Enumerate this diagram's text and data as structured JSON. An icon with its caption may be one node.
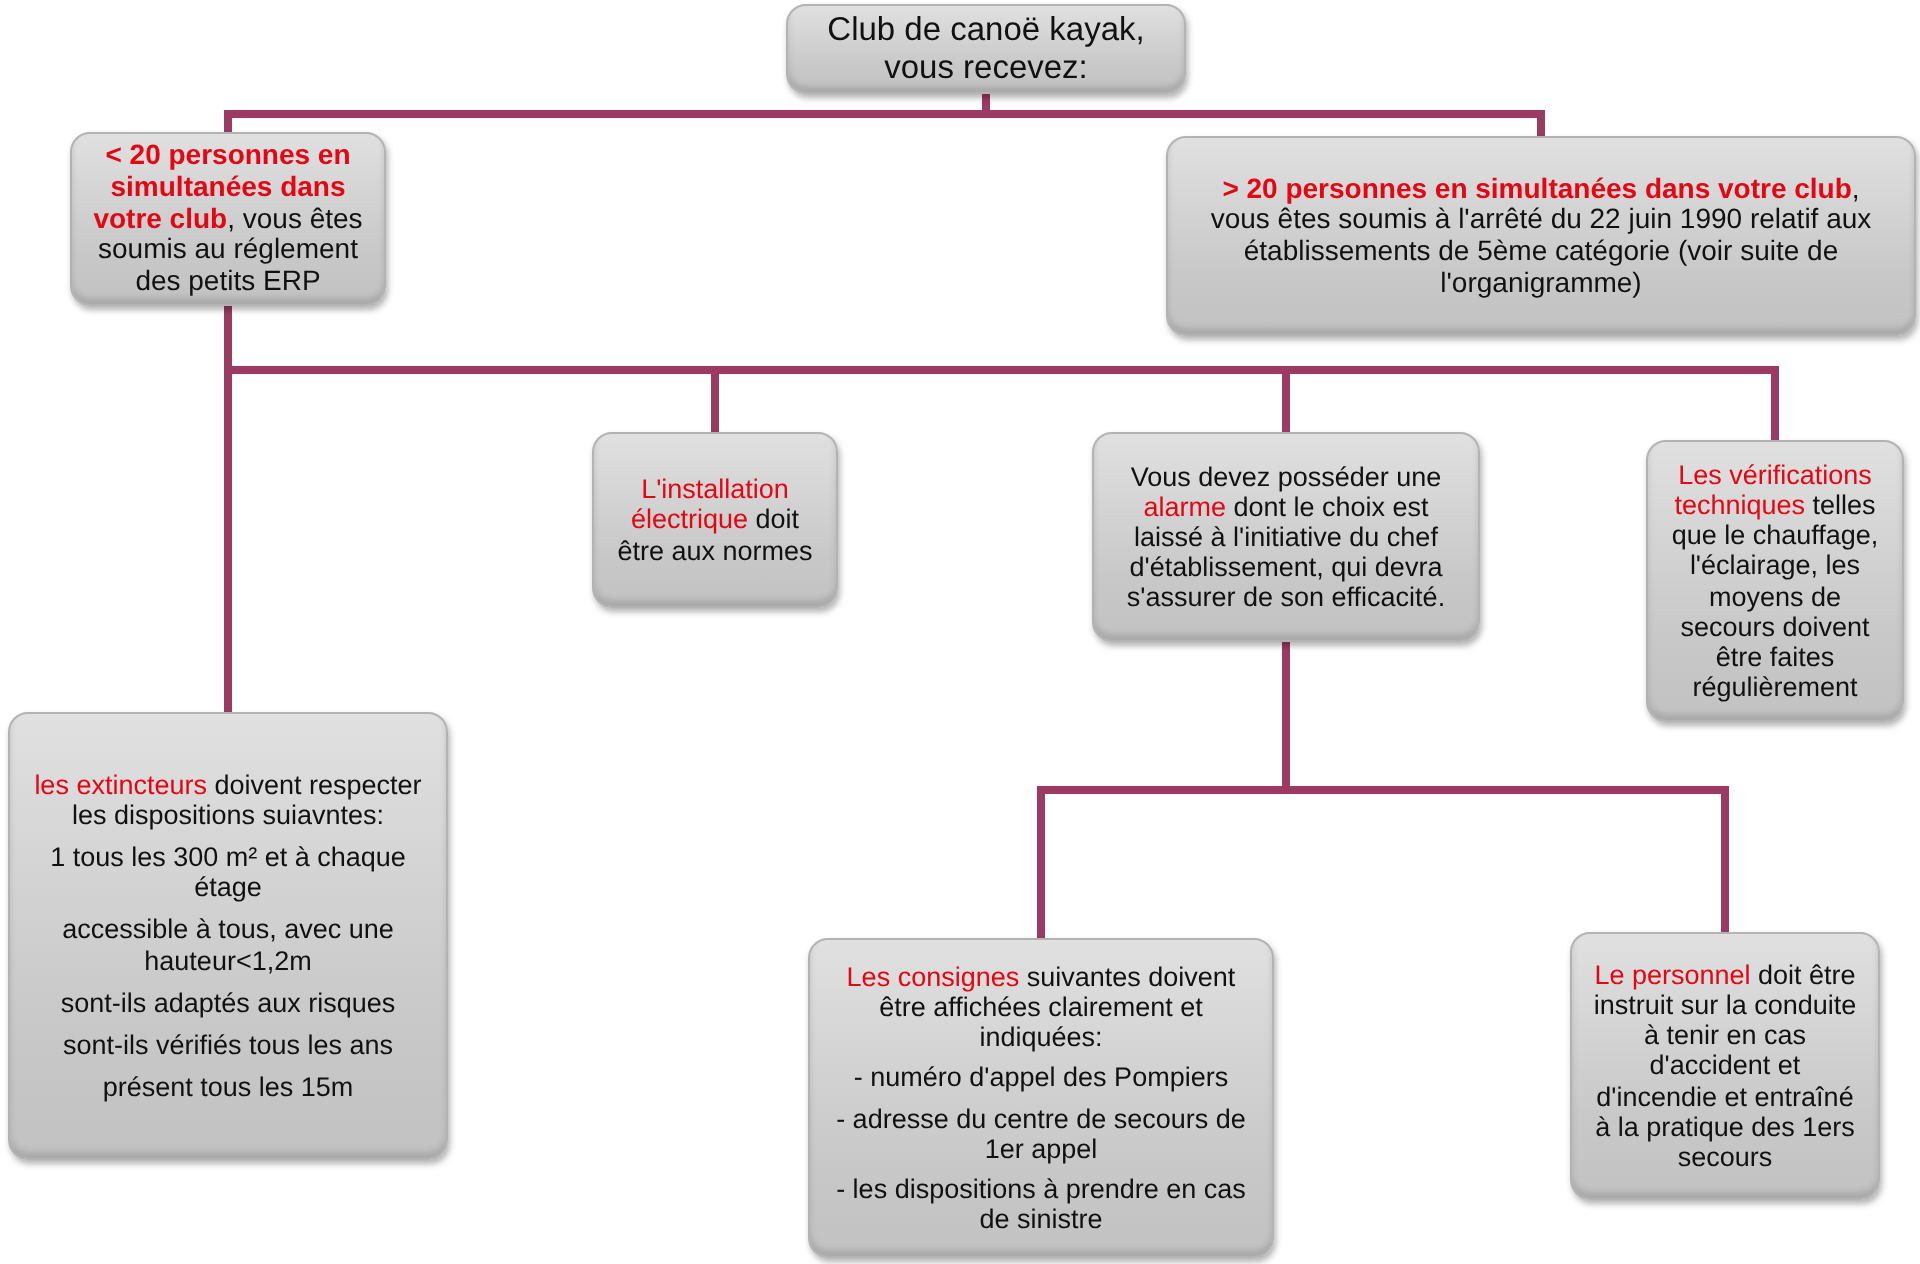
{
  "diagram": {
    "nodes": [
      {
        "text": [
          "Club de canoë kayak, vous recevez:"
        ]
      },
      {
        "text": [
          "**< 20 personnes en simultanées dans votre club**, vous êtes soumis au réglement des petits ERP"
        ]
      },
      {
        "text": [
          "**> 20 personnes en simultanées dans votre club**, vous êtes soumis à l'arrêté du 22 juin 1990 relatif aux établissements de 5ème catégorie (voir suite de l'organigramme)"
        ]
      },
      {
        "text": [
          "**L'installation électrique** doit être aux normes"
        ]
      },
      {
        "text": [
          "Vous devez posséder une **alarme** dont le choix est laissé à l'initiative du chef d'établissement, qui devra s'assurer de son efficacité."
        ]
      },
      {
        "text": [
          "**Les vérifications techniques** telles que le chauffage, l'éclairage, les moyens de secours doivent être faites régulièrement"
        ]
      },
      {
        "text": [
          "**les extincteurs** doivent respecter les dispositions suiavntes:",
          "1 tous les 300 m² et à chaque étage",
          "accessible à tous, avec une hauteur<1,2m",
          "sont-ils adaptés aux risques",
          "sont-ils vérifiés tous les ans",
          "présent tous les 15m"
        ]
      },
      {
        "text": [
          "**Les consignes** suivantes doivent être affichées clairement et indiquées:",
          "- numéro d'appel des Pompiers",
          "- adresse du centre de secours de 1er appel",
          "- les dispositions à prendre en cas de sinistre"
        ]
      },
      {
        "text": [
          "**Le personnel** doit être instruit sur la conduite à tenir en cas d'accident et d'incendie et entraîné à la pratique des 1ers secours"
        ]
      }
    ],
    "edges": [
      {
        "from": 0,
        "to": 1,
        "arrow": "none"
      },
      {
        "from": 0,
        "to": 2,
        "arrow": "none"
      },
      {
        "from": 1,
        "to": 3,
        "arrow": "none"
      },
      {
        "from": 1,
        "to": 4,
        "arrow": "none"
      },
      {
        "from": 1,
        "to": 5,
        "arrow": "none"
      },
      {
        "from": 1,
        "to": 6,
        "arrow": "none"
      },
      {
        "from": 4,
        "to": 7,
        "arrow": "none"
      },
      {
        "from": 4,
        "to": 8,
        "arrow": "none"
      }
    ]
  }
}
